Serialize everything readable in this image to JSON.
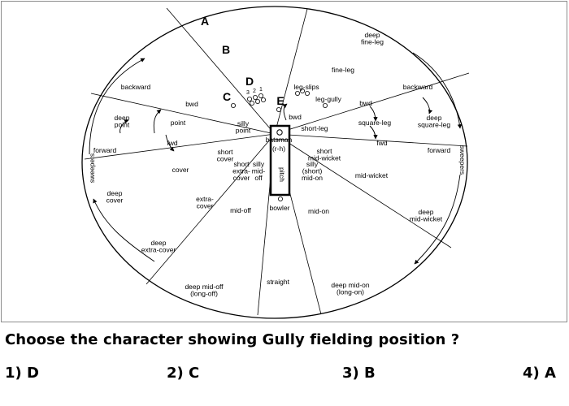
{
  "diagram": {
    "choice_letters": [
      "A",
      "B",
      "C",
      "D",
      "E"
    ],
    "small_numbers": [
      "3",
      "2",
      "1"
    ],
    "positions": [
      "deep\nfine-leg",
      "fine-leg",
      "leg-slips",
      "leg-gully",
      "backward",
      "bwd",
      "square-leg",
      "deep\nsquare-leg",
      "fwd",
      "forward",
      "short-leg",
      "short\nmid-wicket",
      "mid-wicket",
      "deep\nmid-wicket",
      "silly\n(short)\nmid-on",
      "mid-on",
      "straight",
      "deep mid-on\n(long-on)",
      "deep mid-off\n(long-off)",
      "mid-off",
      "extra-\ncover",
      "short\nextra-\ncover",
      "silly\nmid-\noff",
      "short\ncover",
      "cover",
      "deep\ncover",
      "deep\nextra-cover",
      "backward",
      "deep\npoint",
      "forward",
      "bwd",
      "point",
      "fwd",
      "silly\npoint",
      "bwd",
      "sweepers",
      "sweepers"
    ],
    "batsman": "batsman",
    "batsman_hand": "(r-h)",
    "pitch": "pitch",
    "bowler": "bowler"
  },
  "question": "Choose the character showing Gully fielding position ?",
  "options": [
    "1) D",
    "2) C",
    "3) B",
    "4) A"
  ]
}
